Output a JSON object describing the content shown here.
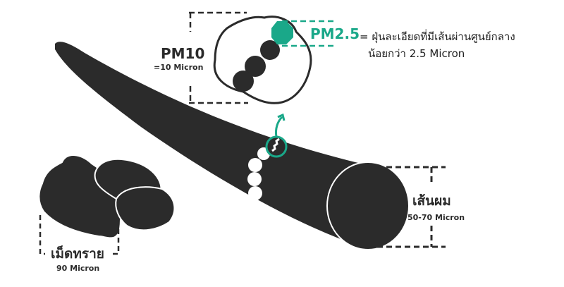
{
  "colors": {
    "accent": "#1aa889",
    "dark": "#2b2b2b"
  },
  "pm10": {
    "label": "PM10",
    "size": "=10 Micron"
  },
  "pm25": {
    "label": "PM2.5",
    "desc_line1": "= ฝุ่นละเอียดที่มีเส้นผ่านศูนย์กลาง",
    "desc_line2": "น้อยกว่า 2.5 Micron"
  },
  "hair": {
    "label": "เส้นผม",
    "size": "50-70 Micron"
  },
  "sand": {
    "label": "เม็ดทราย",
    "size": "90 Micron"
  }
}
